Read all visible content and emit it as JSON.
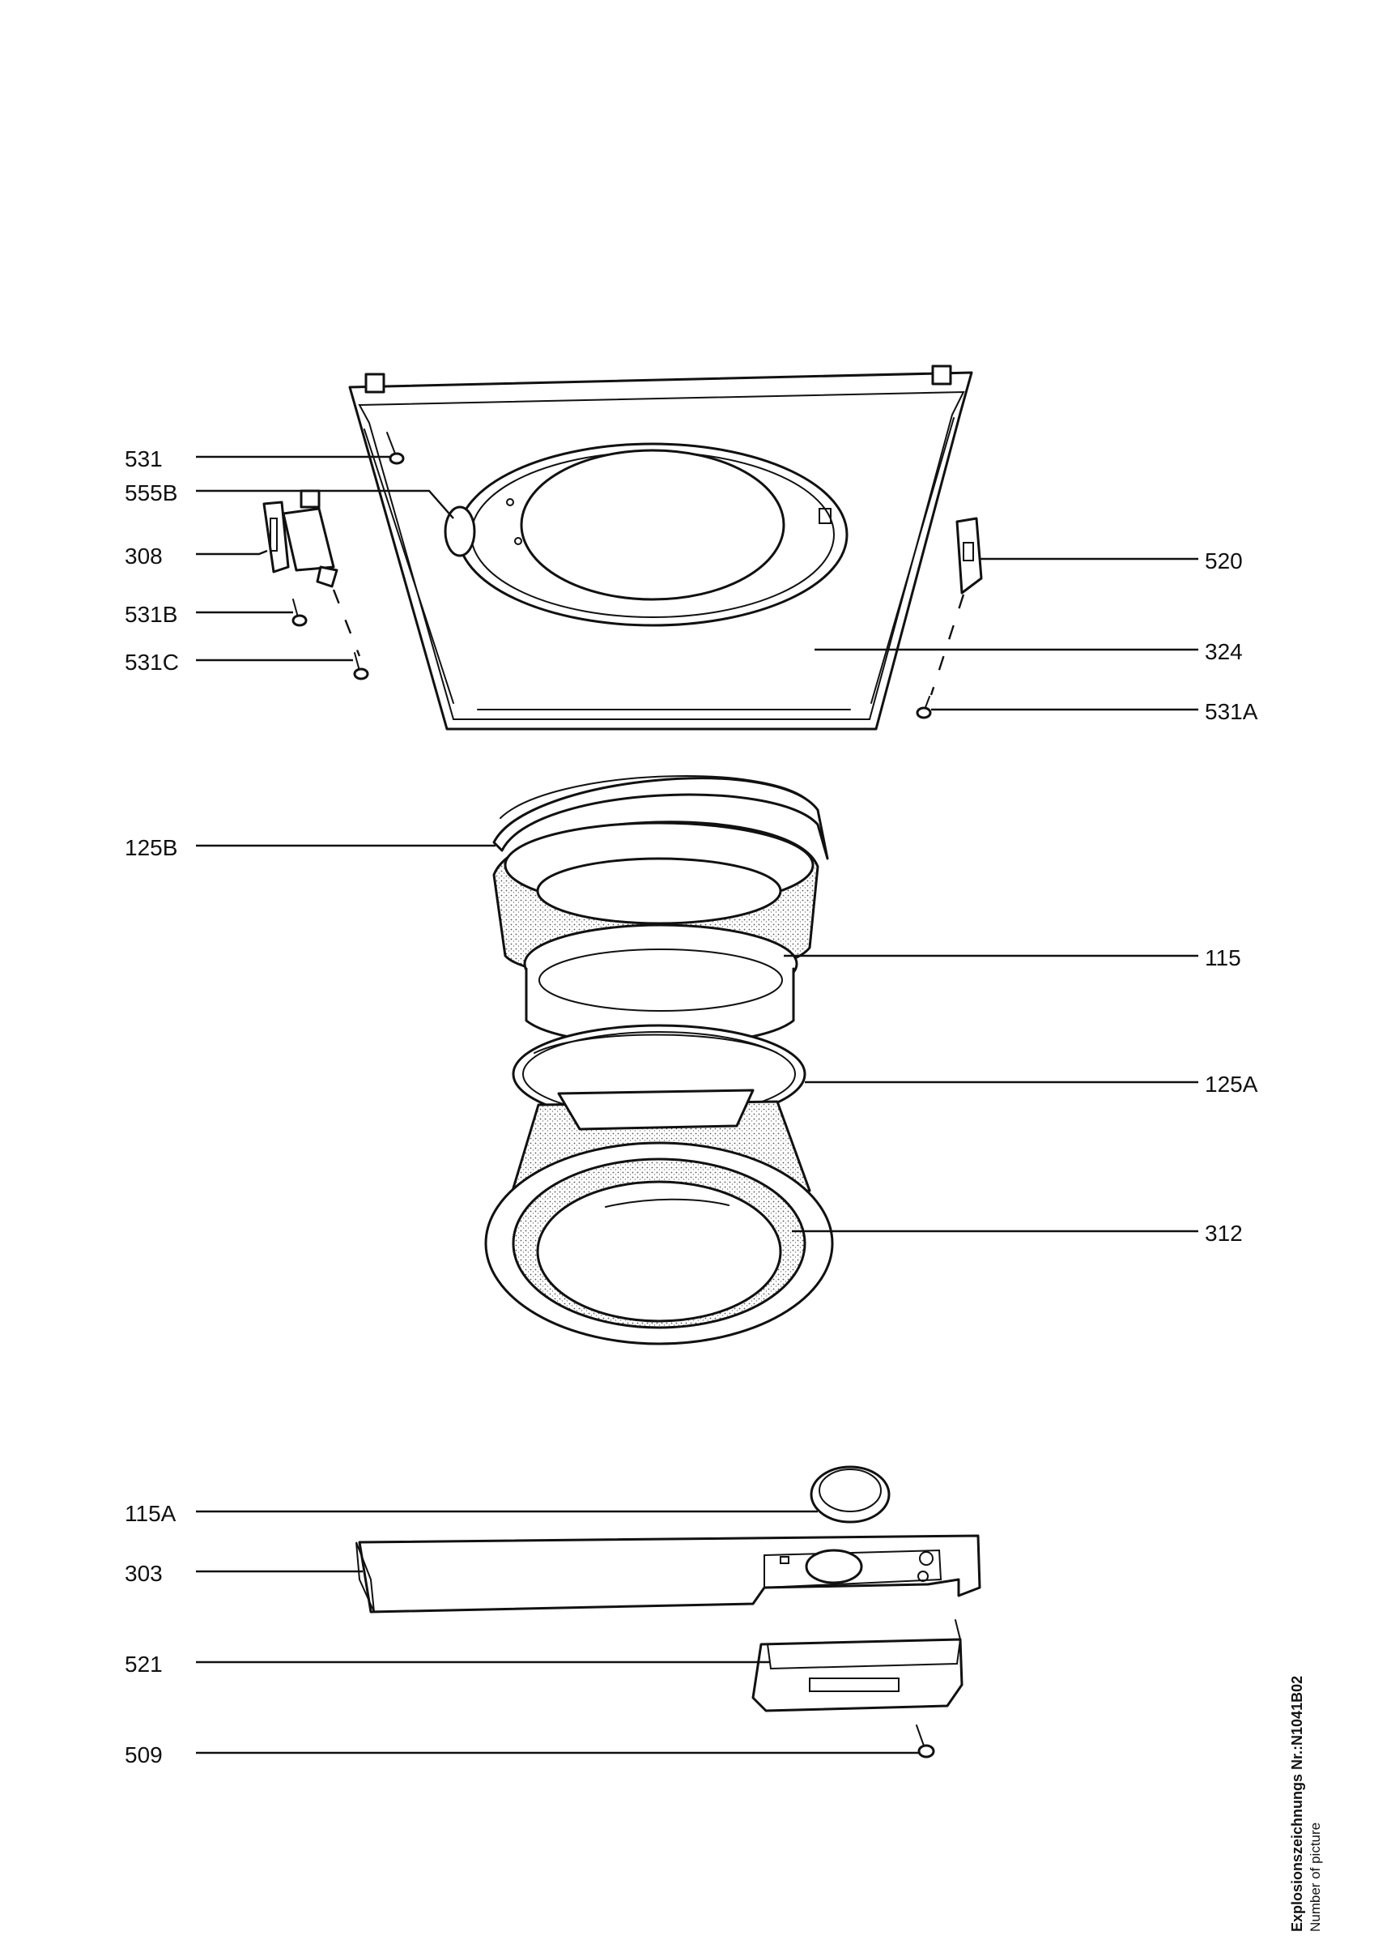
{
  "callouts": {
    "p531": "531",
    "p555B": "555B",
    "p308": "308",
    "p531B": "531B",
    "p531C": "531C",
    "p520": "520",
    "p324": "324",
    "p531A": "531A",
    "p125B": "125B",
    "p115": "115",
    "p125A": "125A",
    "p312": "312",
    "p115A": "115A",
    "p303": "303",
    "p521": "521",
    "p509": "509"
  },
  "caption": {
    "title": "Explosionszeichnungs  Nr.:N1041B02",
    "subtitle": "Number of picture"
  }
}
